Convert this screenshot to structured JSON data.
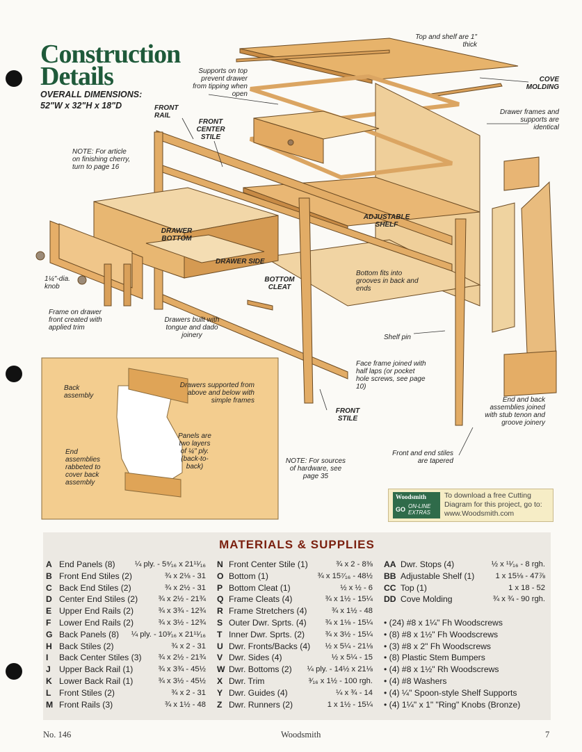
{
  "header": {
    "title_line1": "Construction",
    "title_line2": "Details",
    "dims_label": "OVERALL DIMENSIONS:",
    "dims_value": "52\"W x 32\"H x 18\"D"
  },
  "callouts": {
    "top_shelf": "Top and shelf are 1\" thick",
    "cove": "COVE MOLDING",
    "supports_top": "Supports on top prevent drawer from tipping when open",
    "front_rail": "FRONT RAIL",
    "front_center_stile": "FRONT CENTER STILE",
    "drawer_frames": "Drawer frames and supports are identical",
    "note": "NOTE: For article on finishing cherry, turn to page 16",
    "adjustable_shelf": "ADJUSTABLE SHELF",
    "drawer_bottom": "DRAWER BOTTOM",
    "drawer_side": "DRAWER SIDE",
    "bottom_cleat": "BOTTOM CLEAT",
    "bottom_fits": "Bottom fits into grooves in back and ends",
    "knob": "1¼\"-dia. knob",
    "frame_drawer_front": "Frame on drawer front created with applied trim",
    "tongue_dado": "Drawers built with tongue and dado joinery",
    "shelf_pin": "Shelf pin",
    "face_frame": "Face frame joined with half laps (or pocket hole screws, see page 10)",
    "front_stile": "FRONT STILE",
    "end_back": "End and back assemblies joined with stub tenon and groove joinery",
    "back_assembly": "Back assembly",
    "drawers_supported": "Drawers supported from above and below with simple frames",
    "panels_layers": "Panels are two layers of ¼\" ply. (back-to-back)",
    "end_rabbeted": "End assemblies rabbeted to cover back assembly",
    "note_sources": "NOTE: For sources of hardware, see page 35",
    "tapered": "Front and end stiles are tapered"
  },
  "promo": {
    "brand": "Woodsmith",
    "go": "GO",
    "extras": "ON-LINE EXTRAS",
    "text": "To download a free Cutting Diagram for this project, go to: www.Woodsmith.com"
  },
  "materials": {
    "title": "MATERIALS & SUPPLIES",
    "col1": [
      {
        "k": "A",
        "n": "End Panels (8)",
        "d": "¼ ply. - 5⁹⁄₁₆ x 21¹¹⁄₁₆"
      },
      {
        "k": "B",
        "n": "Front End Stiles (2)",
        "d": "¾ x 2⅛ - 31"
      },
      {
        "k": "C",
        "n": "Back End Stiles (2)",
        "d": "¾ x 2½ - 31"
      },
      {
        "k": "D",
        "n": "Center End Stiles (2)",
        "d": "¾ x 2½ - 21¾"
      },
      {
        "k": "E",
        "n": "Upper End Rails (2)",
        "d": "¾ x 3¾ - 12¾"
      },
      {
        "k": "F",
        "n": "Lower End Rails (2)",
        "d": "¾ x 3½ - 12¾"
      },
      {
        "k": "G",
        "n": "Back Panels (8)",
        "d": "¼ ply. - 10³⁄₁₆ x 21¹¹⁄₁₆"
      },
      {
        "k": "H",
        "n": "Back Stiles (2)",
        "d": "¾ x 2 - 31"
      },
      {
        "k": "I",
        "n": "Back Center Stiles (3)",
        "d": "¾ x 2½ - 21¾"
      },
      {
        "k": "J",
        "n": "Upper Back Rail (1)",
        "d": "¾ x 3¾ - 45½"
      },
      {
        "k": "K",
        "n": "Lower Back Rail (1)",
        "d": "¾ x 3½ - 45½"
      },
      {
        "k": "L",
        "n": "Front Stiles (2)",
        "d": "¾ x 2 - 31"
      },
      {
        "k": "M",
        "n": "Front Rails (3)",
        "d": "¾ x 1½ - 48"
      }
    ],
    "col2": [
      {
        "k": "N",
        "n": "Front Center Stile (1)",
        "d": "¾ x 2 - 8⅜"
      },
      {
        "k": "O",
        "n": "Bottom (1)",
        "d": "¾ x 15⁷⁄₁₆ - 48½"
      },
      {
        "k": "P",
        "n": "Bottom Cleat (1)",
        "d": "½ x ½ - 6"
      },
      {
        "k": "Q",
        "n": "Frame Cleats (4)",
        "d": "¾ x 1½ - 15¼"
      },
      {
        "k": "R",
        "n": "Frame Stretchers (4)",
        "d": "¾ x 1½ - 48"
      },
      {
        "k": "S",
        "n": "Outer Dwr. Sprts. (4)",
        "d": "¾ x 1⅛ - 15¼"
      },
      {
        "k": "T",
        "n": "Inner Dwr. Sprts. (2)",
        "d": "¾ x 3½ - 15¼"
      },
      {
        "k": "U",
        "n": "Dwr. Fronts/Backs (4)",
        "d": "½ x 5¼ - 21⅛"
      },
      {
        "k": "V",
        "n": "Dwr. Sides (4)",
        "d": "½ x 5¼ - 15"
      },
      {
        "k": "W",
        "n": "Dwr. Bottoms (2)",
        "d": "¼ ply. - 14½ x 21⅛"
      },
      {
        "k": "X",
        "n": "Dwr. Trim",
        "d": "³⁄₁₆ x 1½ - 100 rgh."
      },
      {
        "k": "Y",
        "n": "Dwr. Guides (4)",
        "d": "¼ x ¾ - 14"
      },
      {
        "k": "Z",
        "n": "Dwr. Runners (2)",
        "d": "1 x 1½ - 15¼"
      }
    ],
    "col3": [
      {
        "k": "AA",
        "n": "Dwr. Stops (4)",
        "d": "½ x ¹¹⁄₁₆ - 8 rgh."
      },
      {
        "k": "BB",
        "n": "Adjustable Shelf (1)",
        "d": "1 x 15⅛ - 47⅞"
      },
      {
        "k": "CC",
        "n": "Top (1)",
        "d": "1 x 18 - 52"
      },
      {
        "k": "DD",
        "n": "Cove Molding",
        "d": "¾ x ¾ - 90 rgh."
      }
    ],
    "supplies": [
      "• (24) #8 x 1¼\" Fh Woodscrews",
      "• (8) #8 x 1½\" Fh Woodscrews",
      "• (3) #8 x 2\" Fh Woodscrews",
      "• (8) Plastic Stem Bumpers",
      "• (4) #8 x 1½\" Rh Woodscrews",
      "• (4) #8 Washers",
      "• (4) ¼\" Spoon-style Shelf Supports",
      "• (4) 1¼\" x 1\" \"Ring\" Knobs (Bronze)"
    ]
  },
  "footer": {
    "issue": "No. 146",
    "brand": "Woodsmith",
    "page": "7"
  }
}
